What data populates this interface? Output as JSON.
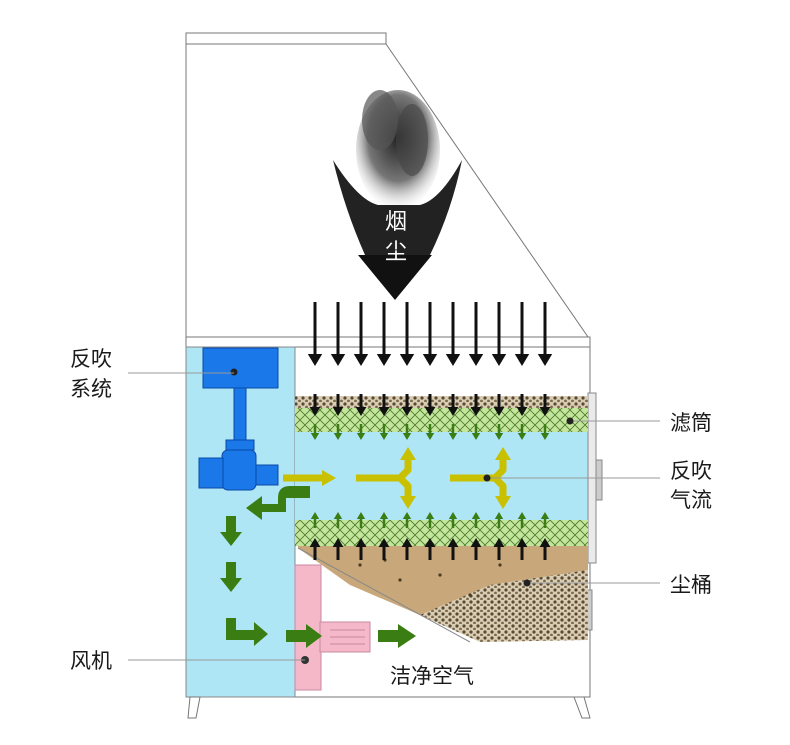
{
  "labels": {
    "backflush_system": [
      "反吹",
      "系统"
    ],
    "filter_cartridge": "滤筒",
    "backflush_airflow": [
      "反吹",
      "气流"
    ],
    "dust_bin": "尘桶",
    "fan": "风机",
    "clean_air": "洁净空气",
    "smoke_dust": [
      "烟",
      "尘"
    ]
  },
  "colors": {
    "cabinet_blue": "#aee6f5",
    "device_blue": "#1a78e8",
    "filter_green": "#c4e59c",
    "arrow_green": "#3a7d12",
    "arrow_yellow": "#c8c000",
    "fan_pink": "#f4b8c8",
    "dust_tan": "#c8a87a",
    "outline": "#555555"
  }
}
